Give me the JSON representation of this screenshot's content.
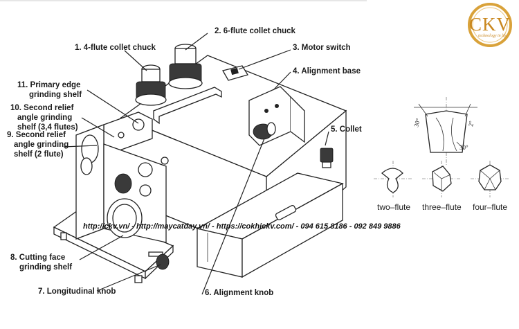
{
  "logo": {
    "text": "CKV",
    "tagline": "technology in life",
    "ring_color": "#d9a23a",
    "text_color": "#c9871e"
  },
  "callouts": {
    "c1": "1. 4-flute collet chuck",
    "c2": "2. 6-flute collet chuck",
    "c3": "3. Motor switch",
    "c4": "4. Alignment base",
    "c5": "5. Collet",
    "c6": "6. Alignment knob",
    "c7": "7. Longitudinal knob",
    "c8_line1": "8. Cutting face",
    "c8_line2": "grinding shelf",
    "c9_line1": "9. Second relief",
    "c9_line2": "angle grinding",
    "c9_line3": "shelf (2 flute)",
    "c10_line1": "10. Second relief",
    "c10_line2": "angle grinding",
    "c10_line3": "shelf (3,4 flutes)",
    "c11_line1": "11. Primary edge",
    "c11_line2": "grinding shelf"
  },
  "flute_types": [
    "two–flute",
    "three–flute",
    "four–flute"
  ],
  "angles": {
    "a30": "30°",
    "a2": "2°",
    "a30b": "30°"
  },
  "contact_line": "http://ckv.vn/ - http://maycatday.vn/ - https://cokhickv.com/ - 094 615 8186 - 092 849 9886"
}
